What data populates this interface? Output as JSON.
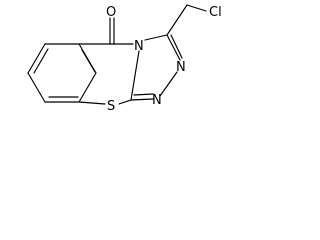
{
  "molecule": {
    "atoms": {
      "carbonyl_oxygen": "O",
      "chlorine": "Cl",
      "sulfur": "S",
      "ring_n_bridge": "N",
      "ring_n_upper": "N",
      "ring_n_lower": "N"
    }
  }
}
